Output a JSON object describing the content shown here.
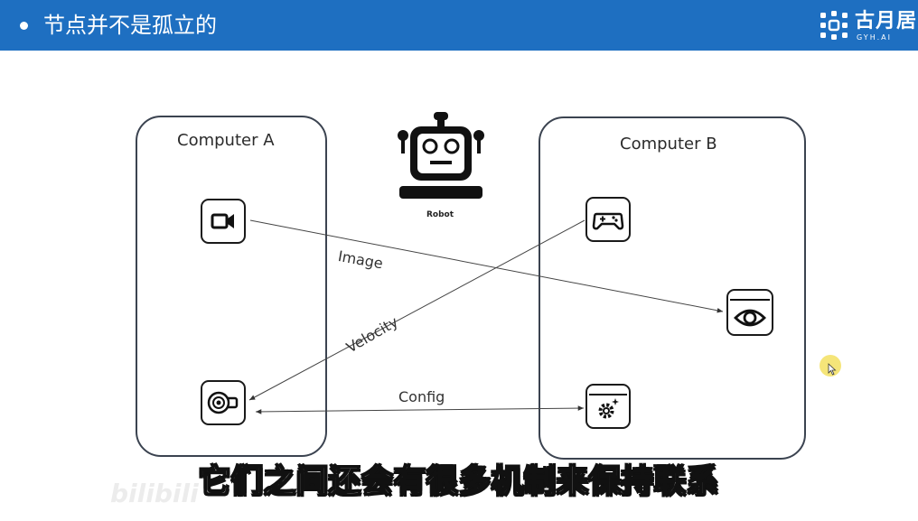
{
  "header": {
    "title": "节点并不是孤立的",
    "logo_text": "古月居",
    "logo_sub": "GYH.AI"
  },
  "diagram": {
    "computer_a": {
      "title": "Computer A"
    },
    "computer_b": {
      "title": "Computer B"
    },
    "robot": {
      "label": "Robot"
    },
    "edges": {
      "image": "Image",
      "velocity": "Velocity",
      "config": "Config"
    },
    "icons": {
      "camera": "video-camera-icon",
      "motor": "motor-icon",
      "gamepad": "gamepad-icon",
      "eye": "eye-icon",
      "settings": "gear-icon",
      "robot": "robot-icon"
    }
  },
  "subtitle": "它们之间还会有很多机制来保持联系",
  "watermark": {
    "logo": "bilibili"
  },
  "colors": {
    "header_bg": "#1e6fc1",
    "box_border": "#3b4350",
    "icon_stroke": "#1a1a1a",
    "cursor_highlight": "#f4e26a"
  }
}
